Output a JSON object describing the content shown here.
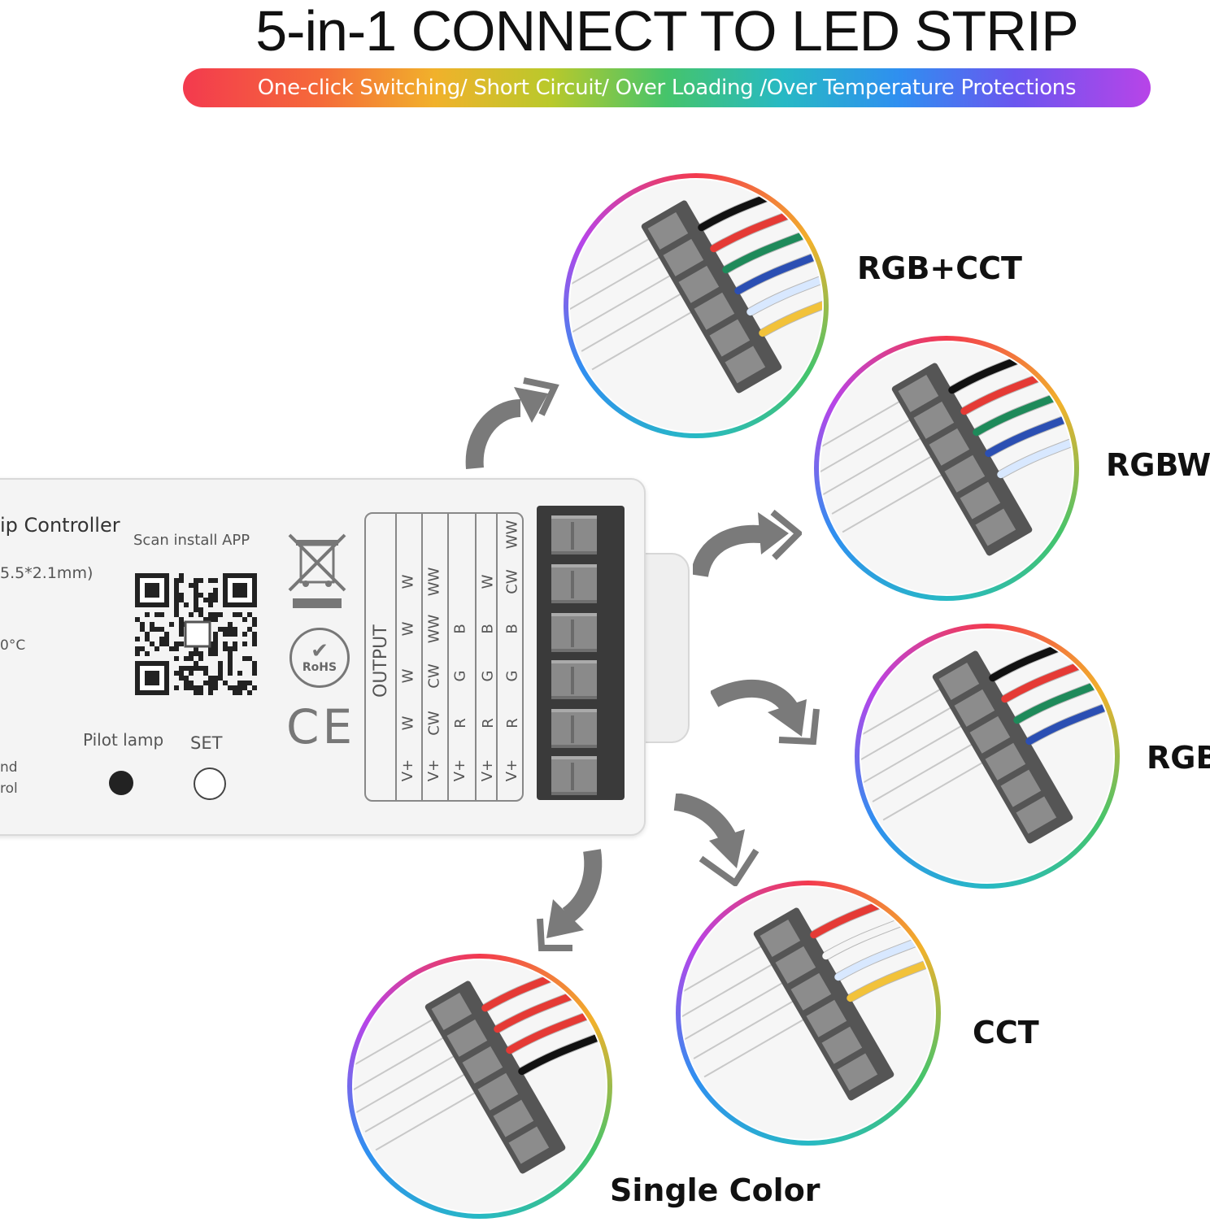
{
  "header": {
    "title": "5-in-1 CONNECT TO  LED STRIP",
    "banner": "One-click Switching/ Short Circuit/ Over Loading /Over Temperature Protections"
  },
  "controller": {
    "name_partial": "ip Controller",
    "scan_label": "Scan install APP",
    "spec_partial": "5.5*2.1mm)",
    "temp_partial": "0°C",
    "pilot_label": "Pilot lamp",
    "set_label": "SET",
    "left_partial_1": "nd",
    "left_partial_2": "rol",
    "rohs": "RoHS",
    "ce": "CE",
    "output_label": "OUTPUT",
    "output_columns": [
      [
        "W",
        "W",
        "W",
        "W",
        "V+"
      ],
      [
        "WW",
        "WW",
        "CW",
        "CW",
        "V+"
      ],
      [
        "B",
        "G",
        "R",
        "V+"
      ],
      [
        "W",
        "B",
        "G",
        "R",
        "V+"
      ],
      [
        "WW",
        "CW",
        "B",
        "G",
        "R",
        "V+"
      ]
    ]
  },
  "modes": [
    {
      "label": "RGB+CCT",
      "wires": [
        "#111111",
        "#e53a35",
        "#1e8a5a",
        "#2b4fb3",
        "#d8e8ff",
        "#f2c23a"
      ]
    },
    {
      "label": "RGBW",
      "wires": [
        "#111111",
        "#e53a35",
        "#1e8a5a",
        "#2b4fb3",
        "#d8e8ff"
      ]
    },
    {
      "label": "RGB",
      "wires": [
        "#111111",
        "#e53a35",
        "#1e8a5a",
        "#2b4fb3"
      ]
    },
    {
      "label": "CCT",
      "wires": [
        "#e53a35",
        "#f5f5f5",
        "#d8e8ff",
        "#f2c23a"
      ]
    },
    {
      "label": "Single Color",
      "wires": [
        "#e53a35",
        "#e53a35",
        "#e53a35",
        "#111111"
      ]
    }
  ],
  "colors": {
    "arrow": "#7a7a7a",
    "ring_gradient": [
      "#f33a4e",
      "#f1b12b",
      "#45c46b",
      "#27b9c4",
      "#2f8ff0",
      "#b844e8"
    ]
  }
}
